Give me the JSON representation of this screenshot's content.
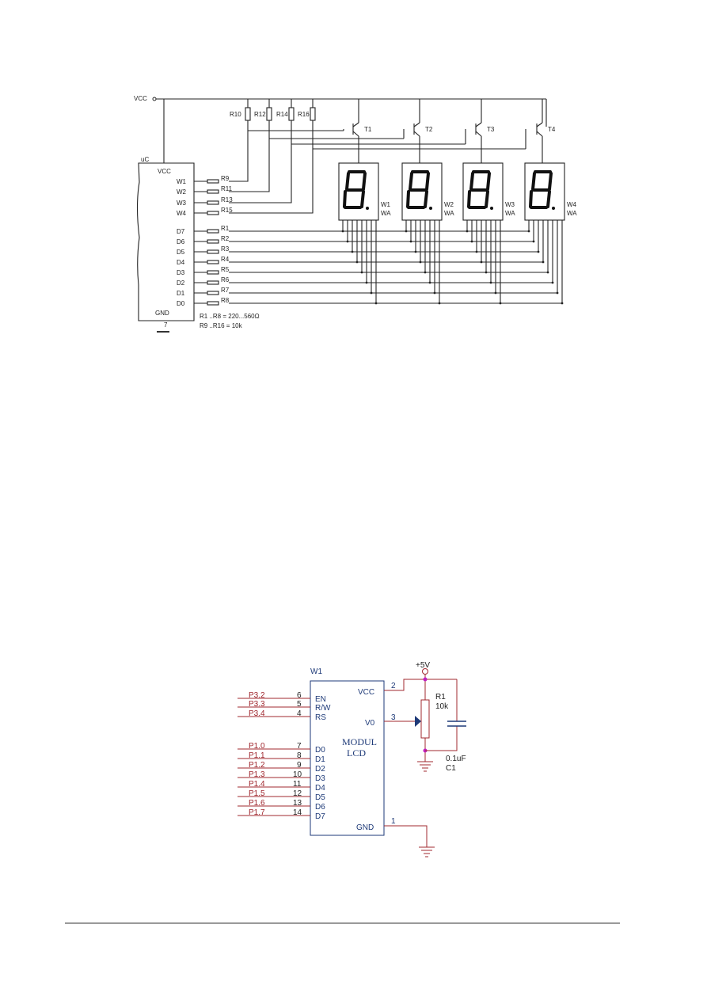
{
  "diagram1": {
    "vcc_label": "VCC",
    "mcu_label": "uC",
    "mcu_vcc": "VCC",
    "mcu_gnd": "GND",
    "mcu_pin_gnd_num": "7",
    "mcu_pins": [
      "W1",
      "W2",
      "W3",
      "W4",
      "D7",
      "D6",
      "D5",
      "D4",
      "D3",
      "D2",
      "D1",
      "D0"
    ],
    "base_resistors": [
      "R9",
      "R11",
      "R13",
      "R15"
    ],
    "segment_resistors": [
      "R1",
      "R2",
      "R3",
      "R4",
      "R5",
      "R6",
      "R7",
      "R8"
    ],
    "pullup_resistors": [
      "R10",
      "R12",
      "R14",
      "R16"
    ],
    "transistors": [
      "T1",
      "T2",
      "T3",
      "T4"
    ],
    "displays": [
      {
        "name": "W1",
        "sub": "WA"
      },
      {
        "name": "W2",
        "sub": "WA"
      },
      {
        "name": "W3",
        "sub": "WA"
      },
      {
        "name": "W4",
        "sub": "WA"
      }
    ],
    "note1": "R1 ..R8 = 220...560Ω",
    "note2": "R9 ..R16 = 10k"
  },
  "diagram2": {
    "ic_ref": "W1",
    "ic_title_1": "MODUL",
    "ic_title_2": "LCD",
    "left_pins": [
      {
        "net": "P3.2",
        "num": "6",
        "name": "EN"
      },
      {
        "net": "P3.3",
        "num": "5",
        "name": "R/W"
      },
      {
        "net": "P3.4",
        "num": "4",
        "name": "RS"
      },
      {
        "net": "P1.0",
        "num": "7",
        "name": "D0"
      },
      {
        "net": "P1.1",
        "num": "8",
        "name": "D1"
      },
      {
        "net": "P1.2",
        "num": "9",
        "name": "D2"
      },
      {
        "net": "P1.3",
        "num": "10",
        "name": "D3"
      },
      {
        "net": "P1.4",
        "num": "11",
        "name": "D4"
      },
      {
        "net": "P1.5",
        "num": "12",
        "name": "D5"
      },
      {
        "net": "P1.6",
        "num": "13",
        "name": "D6"
      },
      {
        "net": "P1.7",
        "num": "14",
        "name": "D7"
      }
    ],
    "right_pins": [
      {
        "name": "VCC",
        "num": "2"
      },
      {
        "name": "V0",
        "num": "3"
      },
      {
        "name": "GND",
        "num": "1"
      }
    ],
    "supply": "+5V",
    "pot_ref": "R1",
    "pot_val": "10k",
    "cap_val": "0.1uF",
    "cap_ref": "C1"
  }
}
